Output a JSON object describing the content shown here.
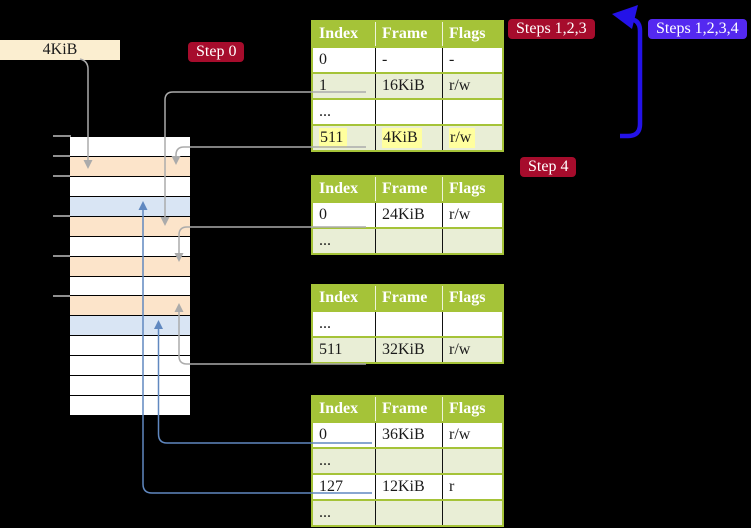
{
  "page": {
    "background": "#000000"
  },
  "colors": {
    "badge_red": "#a60c2c",
    "badge_blue": "#5429f0",
    "arrow_blue": "#2412e8",
    "table_green": "#a5c338",
    "row_green": "#e9eed6",
    "cream": "#fbeed0",
    "peach": "#fce4ca",
    "light_blue": "#d9e5f4",
    "connector_gray": "#ababab",
    "connector_blue": "#6088c0",
    "highlight_yellow": "#ffff9e"
  },
  "labels": {
    "frame_label": "4KiB",
    "step0": "Step 0",
    "steps_123": "Steps 1,2,3",
    "steps_1234": "Steps 1,2,3,4",
    "step4": "Step 4"
  },
  "memory_column": {
    "rows": [
      "white",
      "peach",
      "white",
      "blue",
      "peach",
      "white",
      "peach",
      "white",
      "peach",
      "blue",
      "white",
      "white",
      "white",
      "white"
    ]
  },
  "tables": [
    {
      "headers": [
        "Index",
        "Frame",
        "Flags"
      ],
      "rows": [
        {
          "cells": [
            "0",
            "-",
            "-"
          ],
          "shaded": false,
          "highlight": false
        },
        {
          "cells": [
            "1",
            "16KiB",
            "r/w"
          ],
          "shaded": true,
          "highlight": false
        },
        {
          "cells": [
            "...",
            "",
            ""
          ],
          "shaded": false,
          "highlight": false
        },
        {
          "cells": [
            "511",
            "4KiB",
            "r/w"
          ],
          "shaded": true,
          "highlight": true
        }
      ]
    },
    {
      "headers": [
        "Index",
        "Frame",
        "Flags"
      ],
      "rows": [
        {
          "cells": [
            "0",
            "24KiB",
            "r/w"
          ],
          "shaded": false,
          "highlight": false
        },
        {
          "cells": [
            "...",
            "",
            ""
          ],
          "shaded": true,
          "highlight": false
        }
      ]
    },
    {
      "headers": [
        "Index",
        "Frame",
        "Flags"
      ],
      "rows": [
        {
          "cells": [
            "...",
            "",
            ""
          ],
          "shaded": false,
          "highlight": false
        },
        {
          "cells": [
            "511",
            "32KiB",
            "r/w"
          ],
          "shaded": true,
          "highlight": false
        }
      ]
    },
    {
      "headers": [
        "Index",
        "Frame",
        "Flags"
      ],
      "rows": [
        {
          "cells": [
            "0",
            "36KiB",
            "r/w"
          ],
          "shaded": false,
          "highlight": false
        },
        {
          "cells": [
            "...",
            "",
            ""
          ],
          "shaded": true,
          "highlight": false
        },
        {
          "cells": [
            "127",
            "12KiB",
            "r"
          ],
          "shaded": false,
          "highlight": false
        },
        {
          "cells": [
            "...",
            "",
            ""
          ],
          "shaded": true,
          "highlight": false
        }
      ]
    }
  ]
}
